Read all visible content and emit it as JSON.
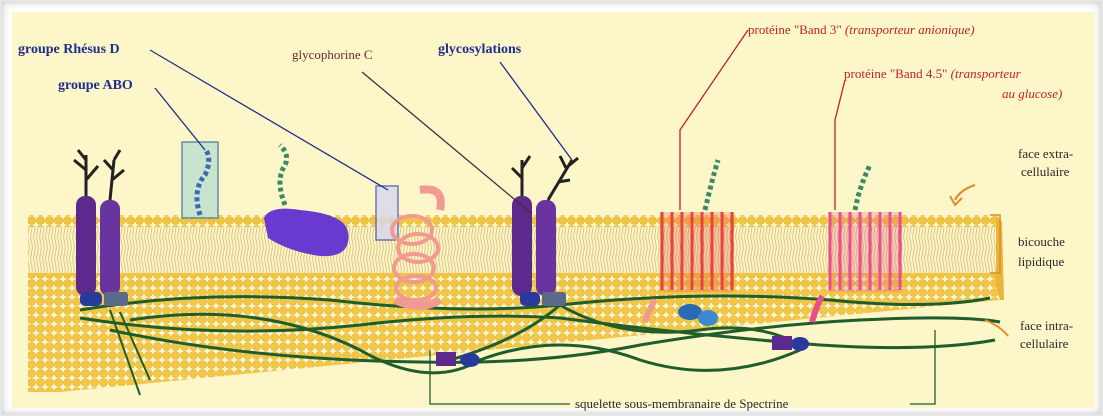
{
  "labels": {
    "rhesus": "groupe Rhésus D",
    "abo": "groupe ABO",
    "glycophorine": "glycophorine C",
    "glycosylations": "glycosylations",
    "band3_main": "protéine \"Band 3\"",
    "band3_italic": "(transporteur anionique)",
    "band45_main": "protéine \"Band 4.5\"",
    "band45_italic_1": "(transporteur",
    "band45_italic_2": "au glucose)",
    "face_extra_1": "face extra-",
    "face_extra_2": "cellulaire",
    "bicouche_1": "bicouche",
    "bicouche_2": "lipidique",
    "face_intra_1": "face intra-",
    "face_intra_2": "cellulaire",
    "spectrine": "squelette sous-membranaire de Spectrine"
  },
  "colors": {
    "background": "#fdf6c9",
    "lipid": "#f2c53d",
    "protein_purple": "#5b2a8c",
    "band3": "#e8453c",
    "band45": "#e8508a",
    "glycophorine": "#f29a8f",
    "spectrin": "#1f5e2a",
    "label_blue": "#1f2d8f",
    "label_red": "#c0222a"
  }
}
